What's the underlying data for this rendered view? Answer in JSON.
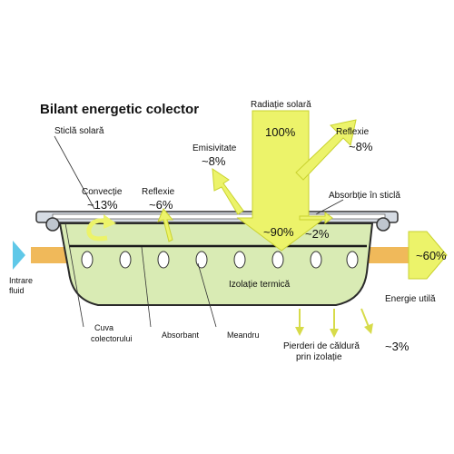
{
  "title": "Bilant energetic colector",
  "labels": {
    "glass": "Sticlă solară",
    "radiation": "Radiație solară",
    "radiation_pct": "100%",
    "emissivity": "Emisivitate",
    "emissivity_pct": "~8%",
    "reflection_top": "Reflexie",
    "reflection_top_pct": "~8%",
    "convection": "Convecție",
    "convection_pct": "~13%",
    "reflection_inner": "Reflexie",
    "reflection_inner_pct": "~6%",
    "absorption_glass": "Absorbție în sticlă",
    "absorption_glass_pct": "~2%",
    "absorbed_pct": "~90%",
    "insulation": "Izolație termică",
    "inlet_line1": "Intrare",
    "inlet_line2": "fluid",
    "useful_pct": "~60%",
    "useful": "Energie utilă",
    "losses_line1": "Pierderi de căldură",
    "losses_line2": "prin izolație",
    "losses_pct": "~3%",
    "tank_line1": "Cuva",
    "tank_line2": "colectorului",
    "absorber": "Absorbant",
    "meander": "Meandru"
  },
  "colors": {
    "arrow_yellow": "#ecf36a",
    "arrow_stroke": "#c9d22f",
    "tank_green": "#d9ebb4",
    "pipe_orange": "#f0b95a",
    "inlet_blue": "#5fc8e8",
    "glass_gray": "#d6dce4"
  }
}
